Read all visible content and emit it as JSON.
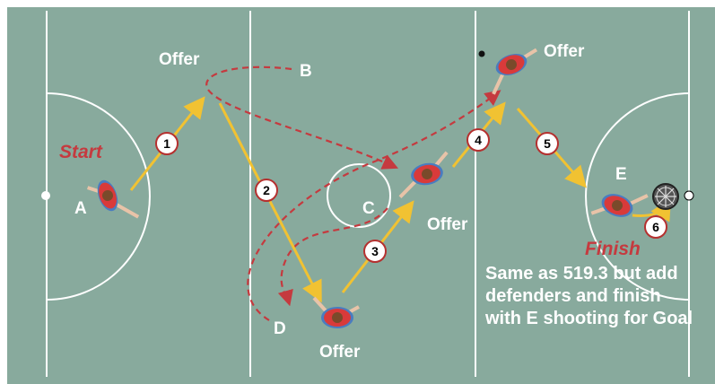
{
  "colors": {
    "pitch": "#88aa9d",
    "lines": "#ffffff",
    "pass_arrow": "#f1c232",
    "run_path": "#c53a3f",
    "shirt": "#d93a3a",
    "ball": "#e8e8e8"
  },
  "labels": {
    "offer_1": "Offer",
    "offer_2": "Offer",
    "offer_3": "Offer",
    "offer_4": "Offer",
    "start": "Start",
    "finish": "Finish",
    "player_a": "A",
    "point_b": "B",
    "point_c": "C",
    "point_d": "D",
    "player_e": "E"
  },
  "passes": [
    "1",
    "2",
    "3",
    "4",
    "5",
    "6"
  ],
  "note": "Same as 519.3 but add defenders and finish with E shooting for Goal"
}
